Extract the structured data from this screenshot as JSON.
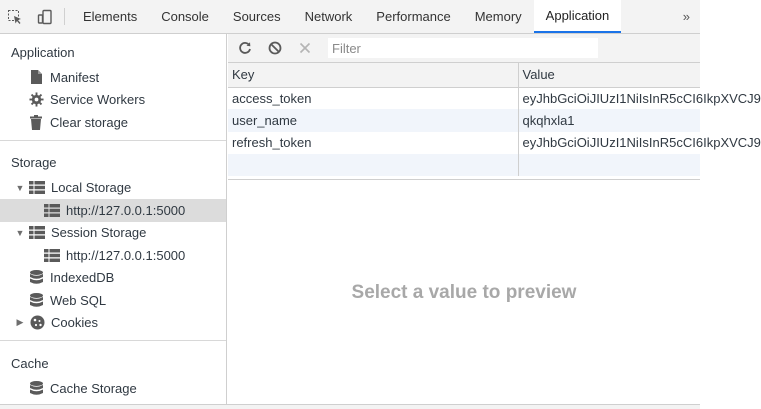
{
  "devtools": {
    "tabs": [
      {
        "label": "Elements",
        "active": false
      },
      {
        "label": "Console",
        "active": false
      },
      {
        "label": "Sources",
        "active": false
      },
      {
        "label": "Network",
        "active": false
      },
      {
        "label": "Performance",
        "active": false
      },
      {
        "label": "Memory",
        "active": false
      },
      {
        "label": "Application",
        "active": true
      }
    ],
    "more_tabs": "»",
    "accent": "#1a73e8"
  },
  "sidebar": {
    "application": {
      "title": "Application",
      "items": [
        {
          "label": "Manifest",
          "icon": "file-icon"
        },
        {
          "label": "Service Workers",
          "icon": "gear-icon"
        },
        {
          "label": "Clear storage",
          "icon": "trash-icon"
        }
      ]
    },
    "storage": {
      "title": "Storage",
      "local_storage": {
        "label": "Local Storage",
        "children": [
          "http://127.0.0.1:5000"
        ]
      },
      "session_storage": {
        "label": "Session Storage",
        "children": [
          "http://127.0.0.1:5000"
        ]
      },
      "indexeddb": "IndexedDB",
      "websql": "Web SQL",
      "cookies": "Cookies"
    },
    "cache": {
      "title": "Cache",
      "cache_storage": "Cache Storage"
    }
  },
  "storage_toolbar": {
    "filter_placeholder": "Filter"
  },
  "table": {
    "headers": {
      "key": "Key",
      "value": "Value"
    },
    "rows": [
      {
        "key": "access_token",
        "value": "eyJhbGciOiJIUzI1NiIsInR5cCI6IkpXVCJ9"
      },
      {
        "key": "user_name",
        "value": "qkqhxla1"
      },
      {
        "key": "refresh_token",
        "value": "eyJhbGciOiJIUzI1NiIsInR5cCI6IkpXVCJ9"
      }
    ]
  },
  "preview": {
    "placeholder": "Select a value to preview"
  }
}
